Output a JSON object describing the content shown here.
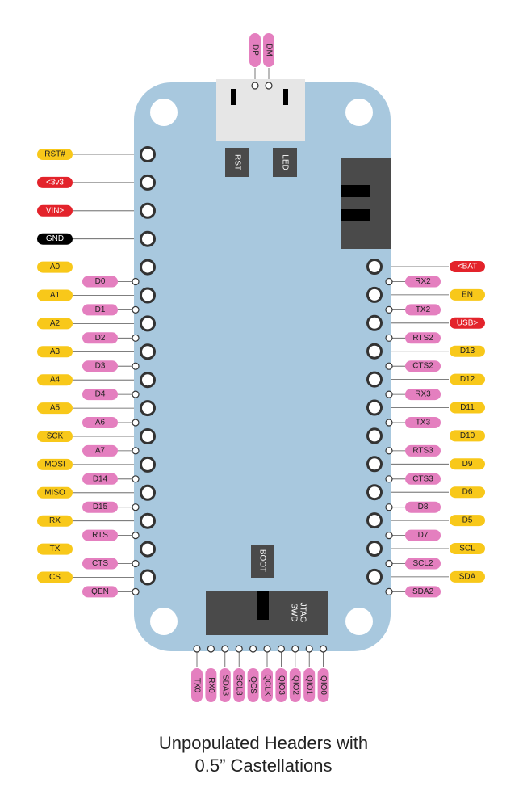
{
  "caption": {
    "line1": "Unpopulated Headers with",
    "line2": "0.5” Castellations"
  },
  "board": {
    "buttons": {
      "rst": "RST",
      "led": "LED",
      "boot": "BOOT"
    },
    "jtag_label_1": "JTAG",
    "jtag_label_2": "SWD"
  },
  "top_usb_pins": [
    "DP",
    "DM"
  ],
  "left_pins": [
    {
      "label": "RST#",
      "color": "yellow"
    },
    {
      "label": "<3v3",
      "color": "red"
    },
    {
      "label": "VIN>",
      "color": "red"
    },
    {
      "label": "GND",
      "color": "black"
    },
    {
      "label": "A0",
      "color": "yellow"
    },
    {
      "label": "A1",
      "color": "yellow"
    },
    {
      "label": "A2",
      "color": "yellow"
    },
    {
      "label": "A3",
      "color": "yellow"
    },
    {
      "label": "A4",
      "color": "yellow"
    },
    {
      "label": "A5",
      "color": "yellow"
    },
    {
      "label": "SCK",
      "color": "yellow"
    },
    {
      "label": "MOSI",
      "color": "yellow"
    },
    {
      "label": "MISO",
      "color": "yellow"
    },
    {
      "label": "RX",
      "color": "yellow"
    },
    {
      "label": "TX",
      "color": "yellow"
    },
    {
      "label": "CS",
      "color": "yellow"
    }
  ],
  "left_castellations": [
    "D0",
    "D1",
    "D2",
    "D3",
    "D4",
    "A6",
    "A7",
    "D14",
    "D15",
    "RTS",
    "CTS",
    "QEN"
  ],
  "right_pins": [
    {
      "label": "<BAT",
      "color": "red"
    },
    {
      "label": "EN",
      "color": "yellow"
    },
    {
      "label": "USB>",
      "color": "red"
    },
    {
      "label": "D13",
      "color": "yellow"
    },
    {
      "label": "D12",
      "color": "yellow"
    },
    {
      "label": "D11",
      "color": "yellow"
    },
    {
      "label": "D10",
      "color": "yellow"
    },
    {
      "label": "D9",
      "color": "yellow"
    },
    {
      "label": "D6",
      "color": "yellow"
    },
    {
      "label": "D5",
      "color": "yellow"
    },
    {
      "label": "SCL",
      "color": "yellow"
    },
    {
      "label": "SDA",
      "color": "yellow"
    }
  ],
  "right_castellations": [
    "RX2",
    "TX2",
    "RTS2",
    "CTS2",
    "RX3",
    "TX3",
    "RTS3",
    "CTS3",
    "D8",
    "D7",
    "SCL2",
    "SDA2"
  ],
  "bottom_castellations": [
    "TX0",
    "RX0",
    "SDA3",
    "SCL3",
    "QCS",
    "QCLK",
    "QIO3",
    "QIO2",
    "QIO1",
    "QIO0"
  ],
  "colors": {
    "board": "#a8c8de",
    "yellow": "#f8c81a",
    "red": "#e3232b",
    "black": "#000000",
    "pink": "#e47fbf",
    "component": "#4a4a4a",
    "usb": "#e6e6e6"
  }
}
